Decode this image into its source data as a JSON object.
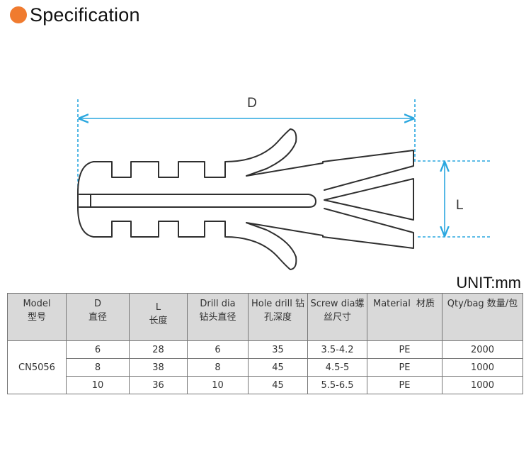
{
  "header": {
    "title": "Specification",
    "accent": "#f07b2f"
  },
  "diagram": {
    "dim_d_label": "D",
    "dim_l_label": "L",
    "line_color": "#2f2f2f",
    "dim_color": "#2aa7df"
  },
  "unit_label": "UNIT:mm",
  "table": {
    "headers": [
      {
        "en": "Model",
        "cn": "型号"
      },
      {
        "en": "D",
        "cn": "直径"
      },
      {
        "en": "L",
        "cn": "长度"
      },
      {
        "en": "Drill dia",
        "cn": "钻头直径"
      },
      {
        "en": "Hole drill 钻",
        "cn": "孔深度"
      },
      {
        "en": "Screw dia螺",
        "cn": "丝尺寸"
      },
      {
        "en": "Material",
        "cn": "材质"
      },
      {
        "en": "Qty/bag 数量/包",
        "cn": ""
      }
    ],
    "model": "CN5056",
    "rows": [
      [
        "6",
        "28",
        "6",
        "35",
        "3.5-4.2",
        "PE",
        "2000"
      ],
      [
        "8",
        "38",
        "8",
        "45",
        "4.5-5",
        "PE",
        "1000"
      ],
      [
        "10",
        "36",
        "10",
        "45",
        "5.5-6.5",
        "PE",
        "1000"
      ]
    ]
  }
}
